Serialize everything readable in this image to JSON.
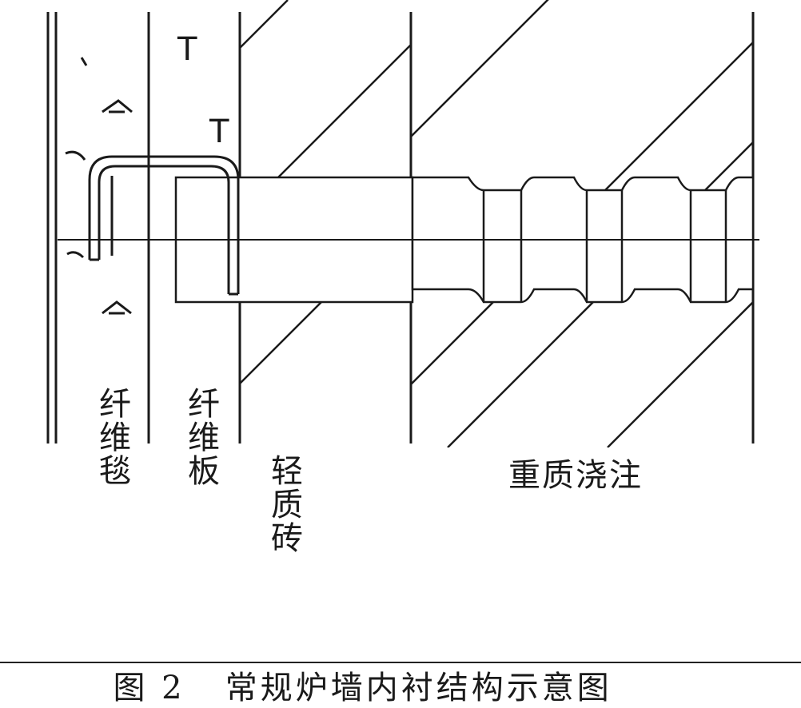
{
  "labels": {
    "fiber_blanket": "纤维毯",
    "fiber_board": "纤维板",
    "lightweight_brick": "轻质砖",
    "heavy_castable": "重质浇注"
  },
  "caption": {
    "figure_number": "图 2",
    "title": "常规炉墙内衬结构示意图"
  },
  "annotations": {
    "thermocouple_marks": [
      "T",
      "T"
    ]
  }
}
